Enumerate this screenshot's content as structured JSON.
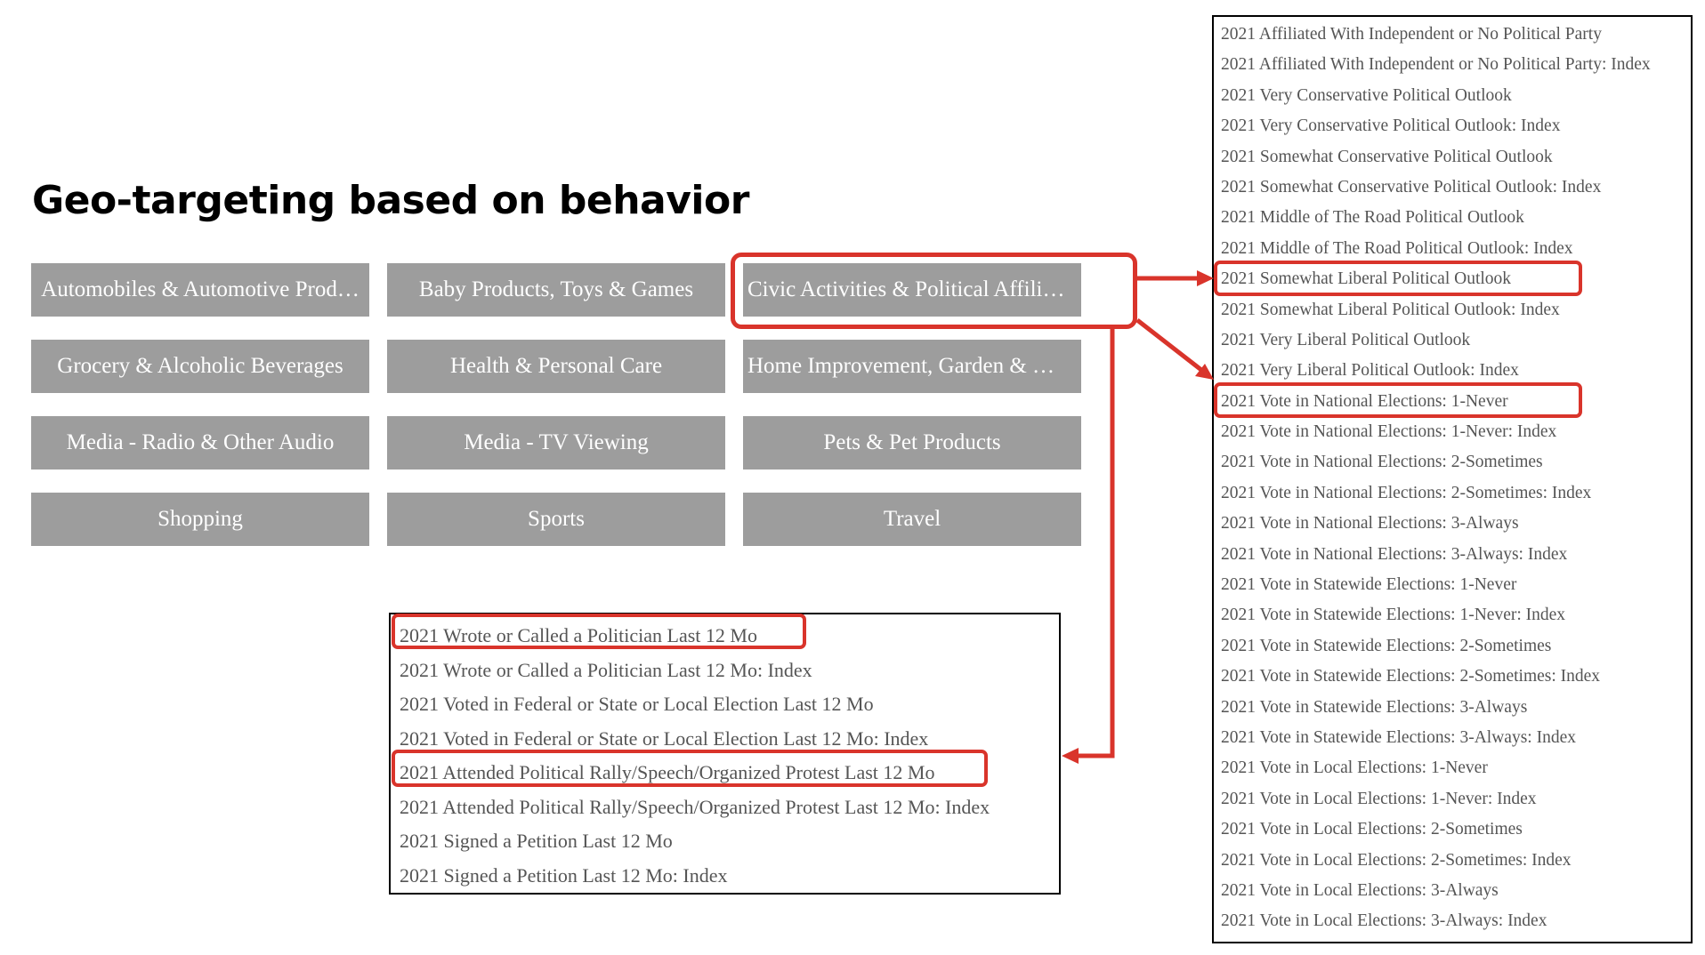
{
  "page": {
    "title": "Geo-targeting based on behavior"
  },
  "categories": [
    {
      "label": "Automobiles & Automotive Prod…"
    },
    {
      "label": "Baby Products, Toys & Games"
    },
    {
      "label": "Civic Activities & Political Affili…"
    },
    {
      "label": "Grocery & Alcoholic Beverages"
    },
    {
      "label": "Health & Personal Care"
    },
    {
      "label": "Home Improvement, Garden & …"
    },
    {
      "label": "Media - Radio & Other Audio"
    },
    {
      "label": "Media - TV Viewing"
    },
    {
      "label": "Pets & Pet Products"
    },
    {
      "label": "Shopping"
    },
    {
      "label": "Sports"
    },
    {
      "label": "Travel"
    }
  ],
  "sub_list": {
    "items": [
      "2021 Wrote or Called a Politician Last 12 Mo",
      "2021 Wrote or Called a Politician Last 12 Mo: Index",
      "2021 Voted in Federal or State or Local Election Last 12 Mo",
      "2021 Voted in Federal or State or Local Election Last 12 Mo: Index",
      "2021 Attended Political Rally/Speech/Organized Protest Last 12 Mo",
      "2021 Attended Political Rally/Speech/Organized Protest Last 12 Mo: Index",
      "2021 Signed a Petition Last 12 Mo",
      "2021 Signed a Petition Last 12 Mo: Index"
    ]
  },
  "side_list": {
    "items": [
      "2021 Affiliated With Independent or No Political Party",
      "2021 Affiliated With Independent or No Political Party: Index",
      "2021 Very Conservative Political Outlook",
      "2021 Very Conservative Political Outlook: Index",
      "2021 Somewhat Conservative Political Outlook",
      "2021 Somewhat Conservative Political Outlook: Index",
      "2021 Middle of The Road Political Outlook",
      "2021 Middle of The Road Political Outlook: Index",
      "2021 Somewhat Liberal Political Outlook",
      "2021 Somewhat Liberal Political Outlook: Index",
      "2021 Very Liberal Political Outlook",
      "2021 Very Liberal Political Outlook: Index",
      "2021 Vote in National Elections: 1-Never",
      "2021 Vote in National Elections: 1-Never: Index",
      "2021 Vote in National Elections: 2-Sometimes",
      "2021 Vote in National Elections: 2-Sometimes: Index",
      "2021 Vote in National Elections: 3-Always",
      "2021 Vote in National Elections: 3-Always: Index",
      "2021 Vote in Statewide Elections: 1-Never",
      "2021 Vote in Statewide Elections: 1-Never: Index",
      "2021 Vote in Statewide Elections: 2-Sometimes",
      "2021 Vote in Statewide Elections: 2-Sometimes: Index",
      "2021 Vote in Statewide Elections: 3-Always",
      "2021 Vote in Statewide Elections: 3-Always: Index",
      "2021 Vote in Local Elections: 1-Never",
      "2021 Vote in Local Elections: 1-Never: Index",
      "2021 Vote in Local Elections: 2-Sometimes",
      "2021 Vote in Local Elections: 2-Sometimes: Index",
      "2021 Vote in Local Elections: 3-Always",
      "2021 Vote in Local Elections: 3-Always: Index"
    ]
  },
  "colors": {
    "highlight": "#d9342b",
    "category_bg": "#9d9d9d",
    "category_text": "#ffffff",
    "list_text": "#555555"
  }
}
